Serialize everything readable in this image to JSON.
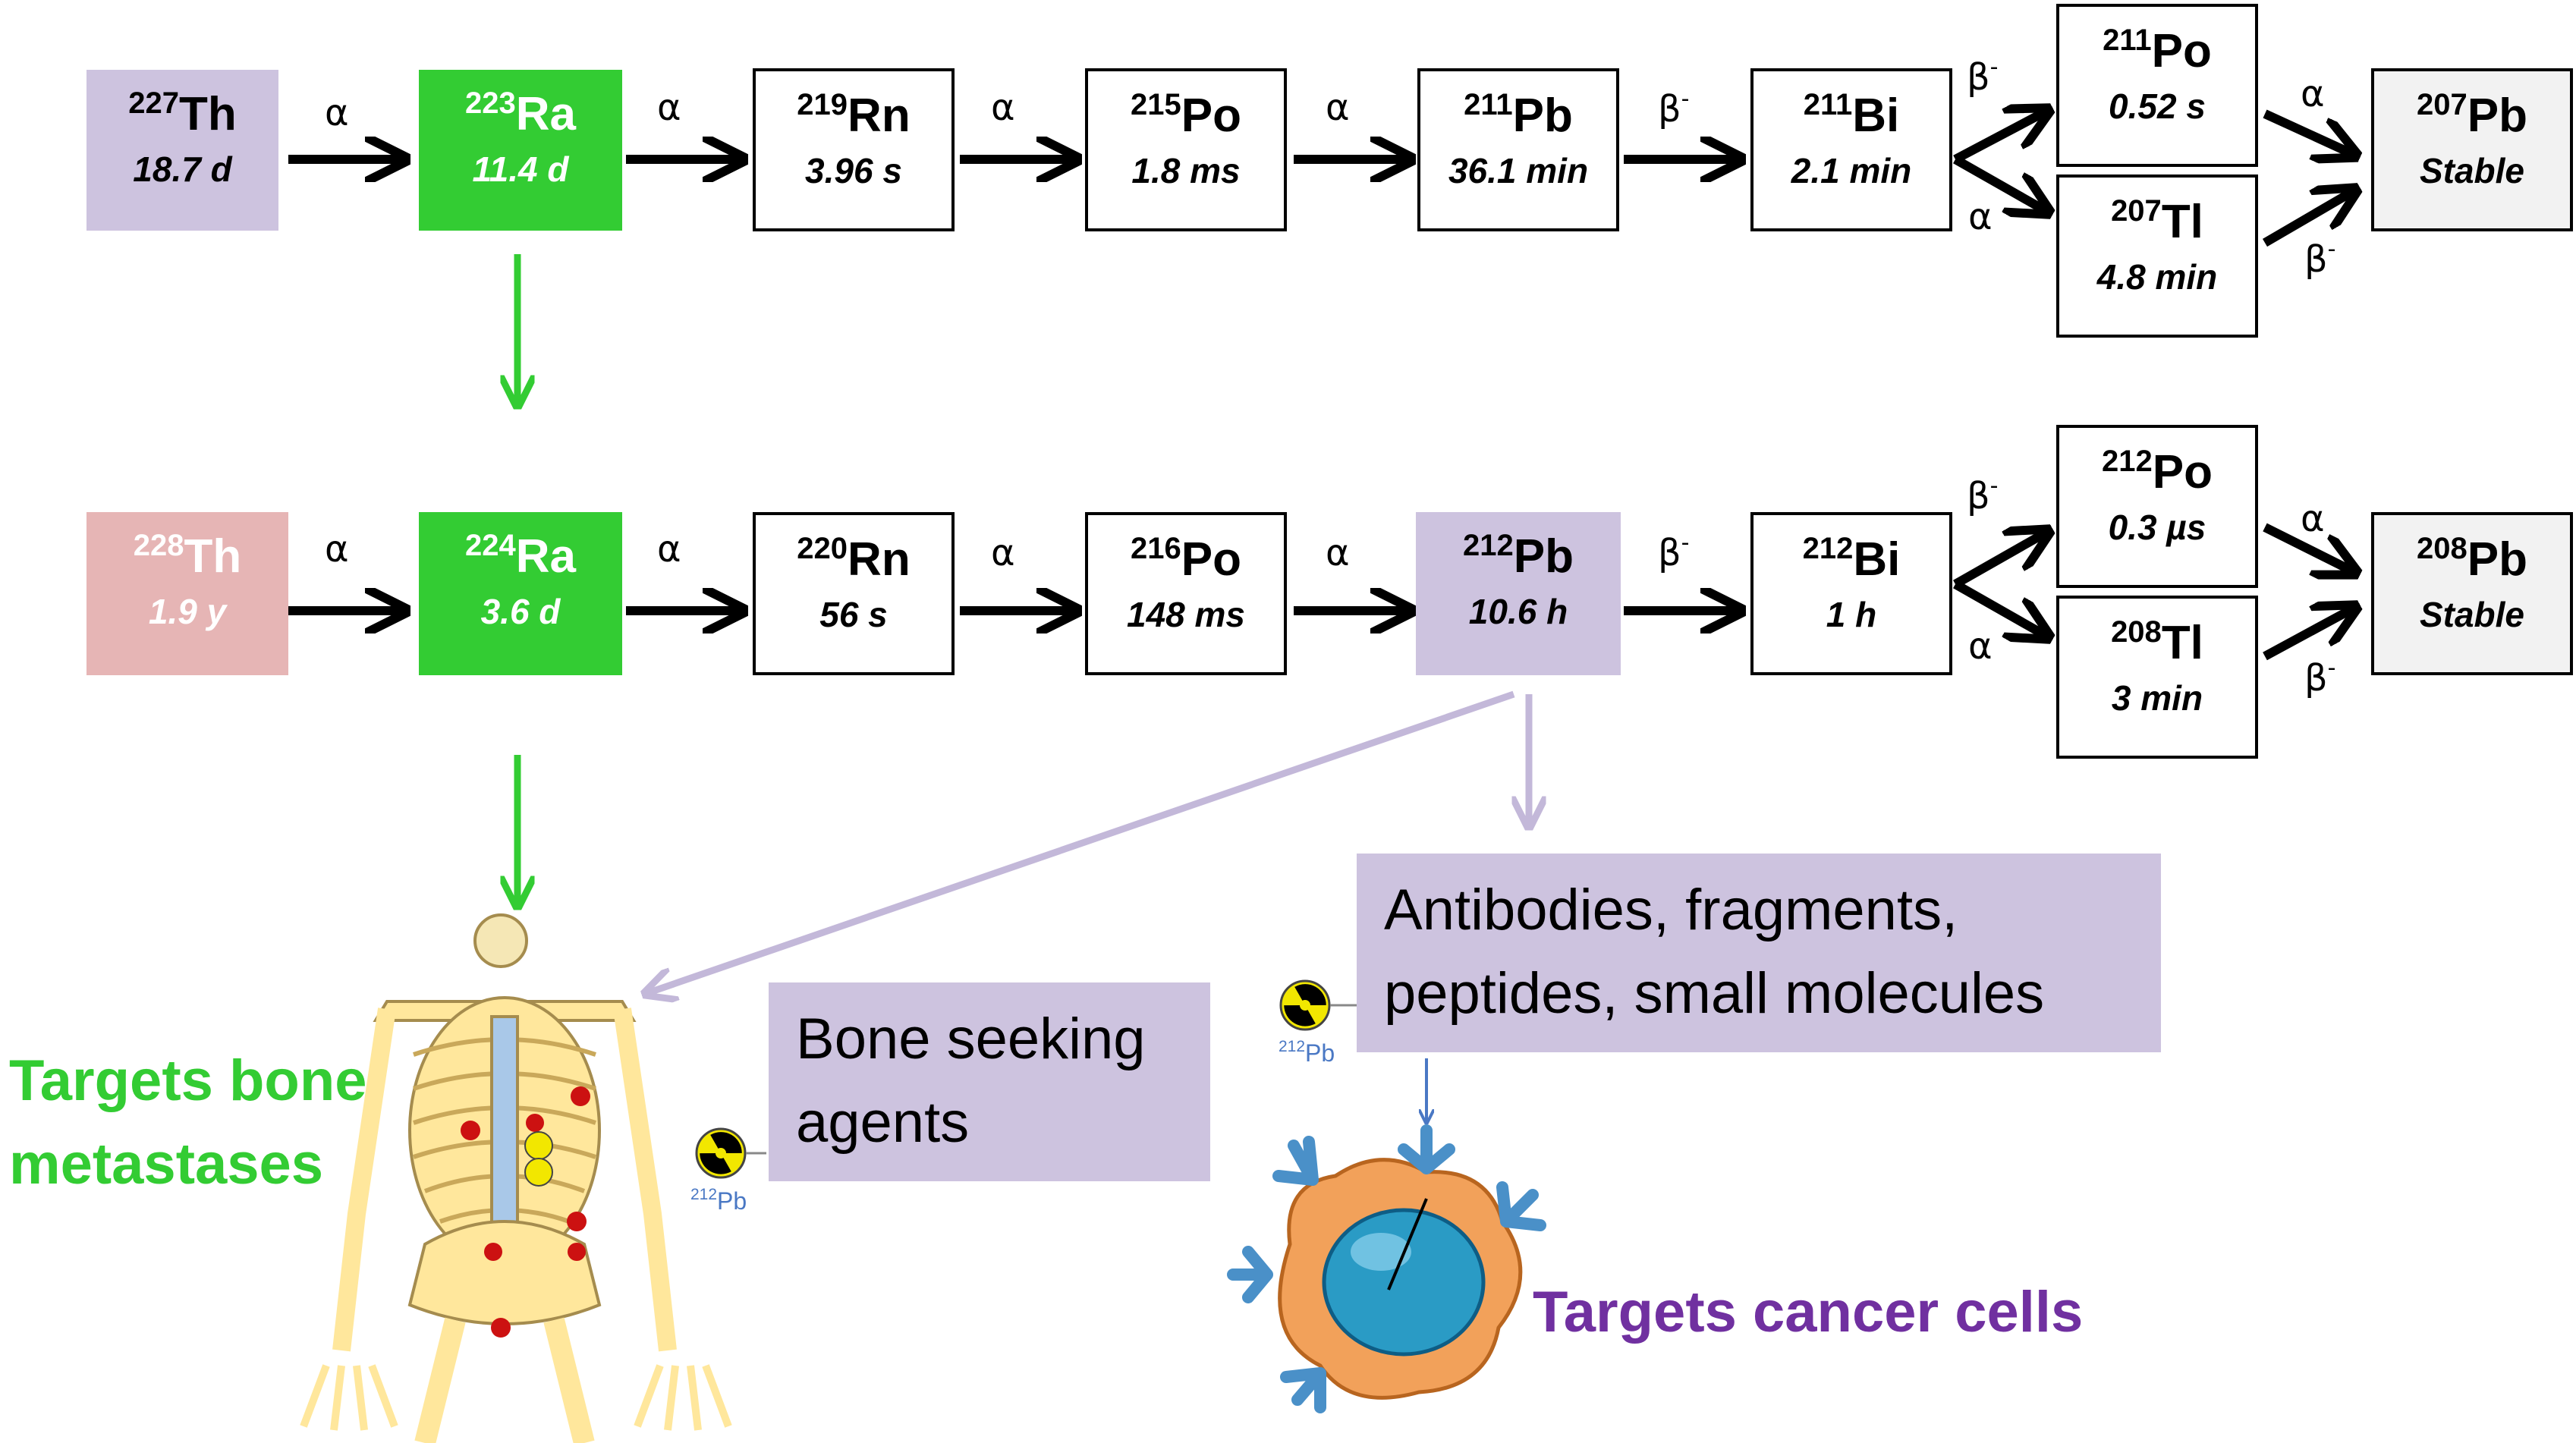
{
  "chain1": {
    "nuclides": [
      {
        "mass": "227",
        "symbol": "Th",
        "halflife": "18.7 d",
        "style": "purple"
      },
      {
        "mass": "223",
        "symbol": "Ra",
        "halflife": "11.4 d",
        "style": "green"
      },
      {
        "mass": "219",
        "symbol": "Rn",
        "halflife": "3.96 s",
        "style": "plain"
      },
      {
        "mass": "215",
        "symbol": "Po",
        "halflife": "1.8 ms",
        "style": "plain"
      },
      {
        "mass": "211",
        "symbol": "Pb",
        "halflife": "36.1 min",
        "style": "plain"
      },
      {
        "mass": "211",
        "symbol": "Bi",
        "halflife": "2.1 min",
        "style": "plain"
      },
      {
        "mass": "211",
        "symbol": "Po",
        "halflife": "0.52 s",
        "style": "plain"
      },
      {
        "mass": "207",
        "symbol": "Tl",
        "halflife": "4.8 min",
        "style": "plain"
      },
      {
        "mass": "207",
        "symbol": "Pb",
        "halflife": "Stable",
        "style": "grey"
      }
    ],
    "decays": [
      "α",
      "α",
      "α",
      "α",
      "β",
      "β",
      "α",
      "α",
      "β"
    ]
  },
  "chain2": {
    "nuclides": [
      {
        "mass": "228",
        "symbol": "Th",
        "halflife": "1.9 y",
        "style": "pink"
      },
      {
        "mass": "224",
        "symbol": "Ra",
        "halflife": "3.6 d",
        "style": "green"
      },
      {
        "mass": "220",
        "symbol": "Rn",
        "halflife": "56 s",
        "style": "plain"
      },
      {
        "mass": "216",
        "symbol": "Po",
        "halflife": "148 ms",
        "style": "plain"
      },
      {
        "mass": "212",
        "symbol": "Pb",
        "halflife": "10.6 h",
        "style": "purple"
      },
      {
        "mass": "212",
        "symbol": "Bi",
        "halflife": "1 h",
        "style": "plain"
      },
      {
        "mass": "212",
        "symbol": "Po",
        "halflife": "0.3 µs",
        "style": "plain"
      },
      {
        "mass": "208",
        "symbol": "Tl",
        "halflife": "3 min",
        "style": "plain"
      },
      {
        "mass": "208",
        "symbol": "Pb",
        "halflife": "Stable",
        "style": "grey"
      }
    ],
    "decays": [
      "α",
      "α",
      "α",
      "α",
      "β",
      "β",
      "α",
      "α",
      "β"
    ]
  },
  "beta_minus_sup": "-",
  "bone_agent": {
    "line1": "Bone seeking",
    "line2": "agents"
  },
  "antibody_agent": {
    "line1": "Antibodies, fragments,",
    "line2": "peptides, small molecules"
  },
  "bone_target": {
    "line1": "Targets bone",
    "line2": "metastases"
  },
  "cancer_target": "Targets cancer cells",
  "pb_tag": {
    "mass": "212",
    "symbol": "Pb"
  },
  "colors": {
    "green": "#33cc33",
    "purple": "#cdc3df",
    "pink": "#e6b5b5",
    "grey_box": "#f2f2f2",
    "bone_text": "#33cc33",
    "cancer_text": "#7030a0",
    "lavender_arrow": "#c3b8d9",
    "pb_tag": "#4a78c4"
  }
}
